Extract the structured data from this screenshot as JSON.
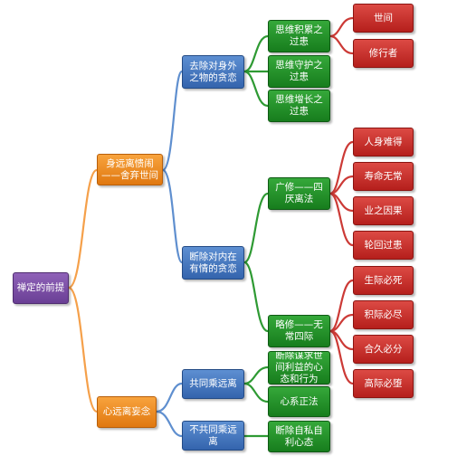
{
  "colors": {
    "purple": "#7b4fa6",
    "orange": "#f28c22",
    "blue": "#4a7cc1",
    "green": "#1f8f24",
    "red": "#c9302c"
  },
  "mindmap": {
    "root": "禅定的前提",
    "branch_1": {
      "label": "身远离愦闹——舍弃世间",
      "sub_1": {
        "label": "去除对身外之物的贪恋",
        "items": [
          "思维积累之过患",
          "思维守护之过患",
          "思维增长之过患"
        ],
        "leaves": [
          "世间",
          "修行者"
        ]
      },
      "sub_2": {
        "label": "断除对内在有情的贪恋",
        "group_1": {
          "label": "广修——四厌离法",
          "leaves": [
            "人身难得",
            "寿命无常",
            "业之因果",
            "轮回过患"
          ]
        },
        "group_2": {
          "label": "略修——无常四际",
          "leaves": [
            "生际必死",
            "积际必尽",
            "合久必分",
            "高际必堕"
          ]
        }
      }
    },
    "branch_2": {
      "label": "心远离妄念",
      "sub_1": {
        "label": "共同乘远离",
        "items": [
          "断除谋求世间利益的心态和行为",
          "心系正法"
        ]
      },
      "sub_2": {
        "label": "不共同乘远离",
        "items": [
          "断除自私自利心态"
        ]
      }
    }
  }
}
